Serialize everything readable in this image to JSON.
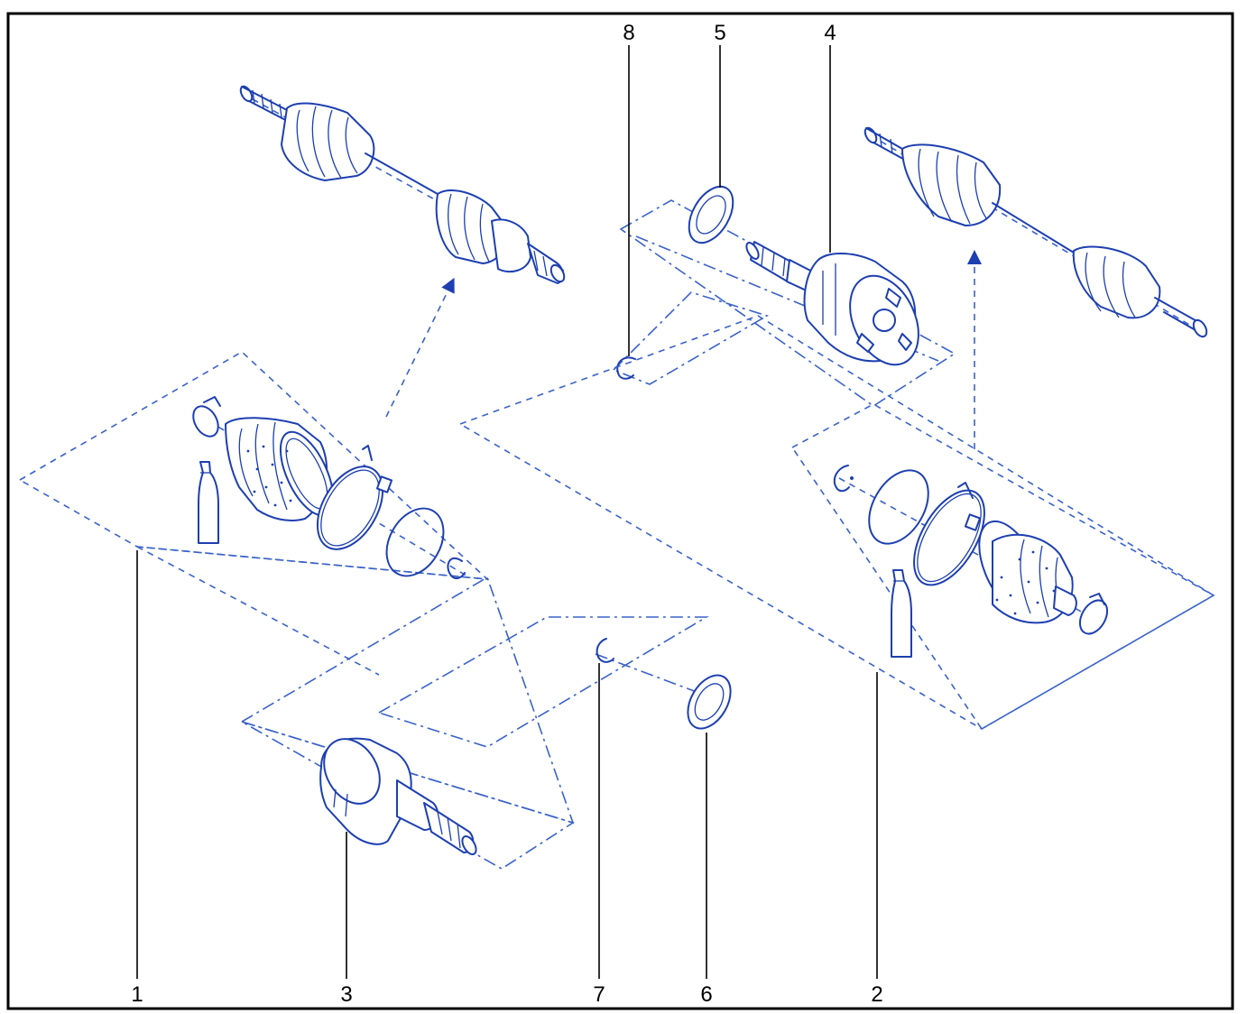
{
  "diagram": {
    "callouts": {
      "c1": "1",
      "c2": "2",
      "c3": "3",
      "c4": "4",
      "c5": "5",
      "c6": "6",
      "c7": "7",
      "c8": "8"
    },
    "colors": {
      "line": "#1d3fb0",
      "dash": "#3a62c8",
      "leader": "#000000",
      "border": "#000000"
    }
  }
}
